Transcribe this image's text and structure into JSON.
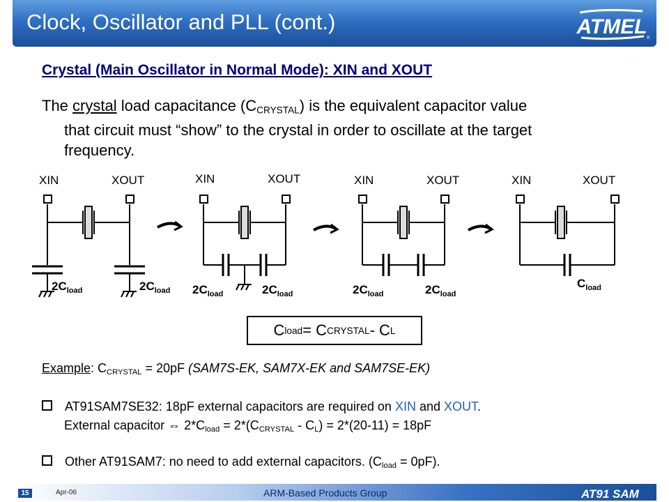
{
  "title": "Clock, Oscillator and PLL (cont.)",
  "logo_text": "ATMEL",
  "subtitle": "Crystal (Main Oscillator in Normal Mode): XIN and XOUT",
  "description": {
    "p1": "The ",
    "p1_crystal": "crystal",
    "p1_b": " load capacitance (C",
    "p1_sub": "CRYSTAL",
    "p1_c": ") is the equivalent capacitor value",
    "line2": "that circuit must “show” to the crystal in order to oscillate at the target",
    "line3": "frequency."
  },
  "diagram": {
    "pin_xin": "XIN",
    "pin_xout": "XOUT",
    "cap_prefix_2": "2C",
    "cap_prefix_1": "C",
    "cap_sub": "load"
  },
  "formula": {
    "c": "C",
    "load": "load",
    "eq": " = C",
    "crystal": "CRYSTAL",
    "minus": " - C",
    "l": "L"
  },
  "example": {
    "label": "Example",
    "colon": ": C",
    "sub": "CRYSTAL",
    "value": " = 20pF ",
    "boards": "(SAM7S-EK, SAM7X-EK and SAM7SE-EK)"
  },
  "bullet1": {
    "a": "AT91SAM7SE32: 18pF external capacitors are required on ",
    "xin": "XIN",
    "and": " and ",
    "xout": "XOUT",
    "end": ".",
    "l2a": "External capacitor ⇔ 2*C",
    "l2sub1": "load",
    "l2b": " = 2*(C",
    "l2sub2": "CRYSTAL",
    "l2c": " - C",
    "l2sub3": "L",
    "l2d": ") = 2*(20-11) = 18pF"
  },
  "bullet2": {
    "a": "Other AT91SAM7: no need to add external capacitors. (C",
    "sub": "load",
    "b": " = 0pF)."
  },
  "footer": {
    "page": "15",
    "date": "Apr-06",
    "group": "ARM-Based Products Group",
    "brand": "AT91 SAM"
  },
  "colors": {
    "title_bar": "#2f6fc2",
    "subtitle": "#00007a",
    "pin_highlight": "#1f5fbf"
  }
}
